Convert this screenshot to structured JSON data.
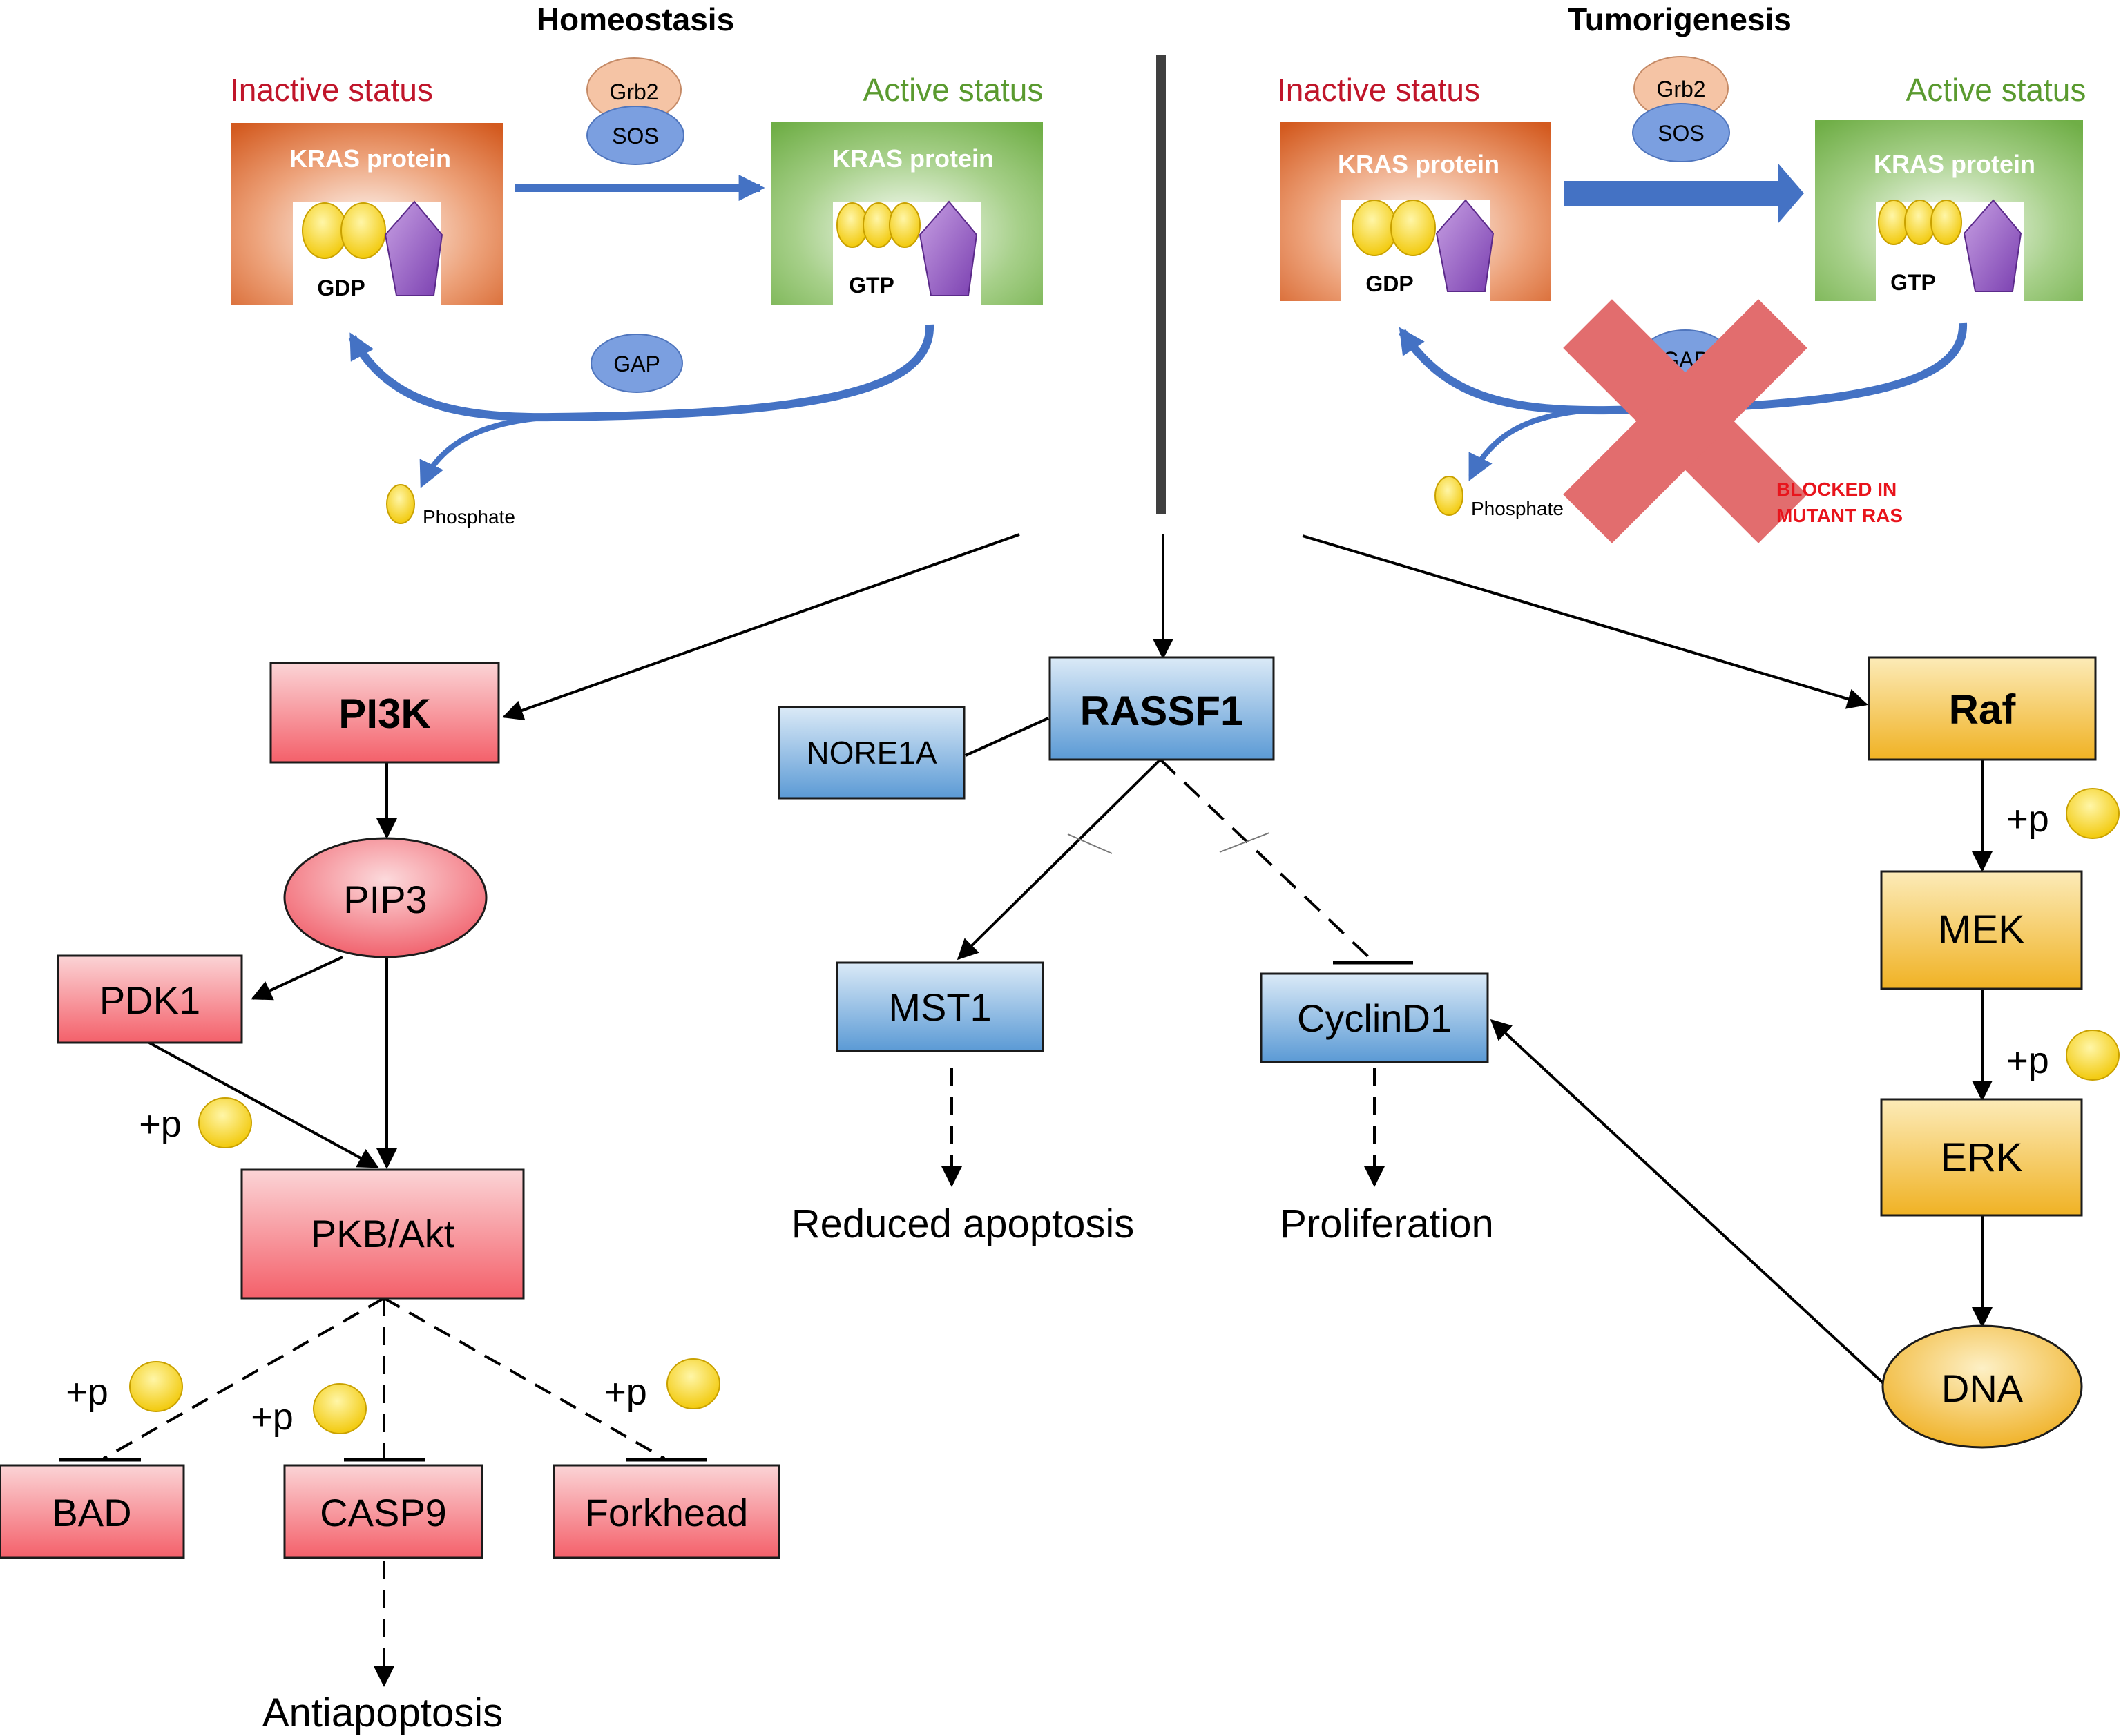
{
  "colors": {
    "red_node": "#f4606a",
    "red_node_light": "#fbd4d6",
    "blue_node": "#5b9ad5",
    "blue_node_light": "#dbeaf7",
    "yellow_node": "#f0b224",
    "yellow_node_light": "#fcebb8",
    "kras_inactive": "#d35a1f",
    "kras_active": "#6fae46",
    "inactive_label": "#c0152a",
    "active_label": "#5a9a2f",
    "arrow_blue": "#4472c4",
    "blocked_x": "#e26d6e",
    "blocked_text": "#e8141c",
    "grb2": "#f5c4a5",
    "sos_gap": "#7b9fe0",
    "phosphate": "#f5d000"
  },
  "homeostasis": {
    "title": "Homeostasis",
    "inactive_label": "Inactive status",
    "active_label": "Active status",
    "inactive_protein": "KRAS protein",
    "active_protein": "KRAS protein",
    "gdp": "GDP",
    "gtp": "GTP",
    "grb2": "Grb2",
    "sos": "SOS",
    "gap": "GAP",
    "phosphate": "Phosphate"
  },
  "tumorigenesis": {
    "title": "Tumorigenesis",
    "inactive_label": "Inactive status",
    "active_label": "Active status",
    "inactive_protein": "KRAS protein",
    "active_protein": "KRAS protein",
    "gdp": "GDP",
    "gtp": "GTP",
    "grb2": "Grb2",
    "sos": "SOS",
    "gap": "GAP",
    "phosphate": "Phosphate",
    "blocked_line1": "BLOCKED IN",
    "blocked_line2": "MUTANT RAS"
  },
  "pi3k_pathway": {
    "pi3k": "PI3K",
    "pip3": "PIP3",
    "pdk1": "PDK1",
    "akt": "PKB/Akt",
    "bad": "BAD",
    "casp9": "CASP9",
    "forkhead": "Forkhead",
    "antiapoptosis": "Antiapoptosis",
    "phos_pdk1": "+p",
    "phos_bad": "+p",
    "phos_casp9": "+p",
    "phos_forkhead": "+p"
  },
  "rassf_pathway": {
    "rassf1": "RASSF1",
    "nore1a": "NORE1A",
    "mst1": "MST1",
    "cyclind1": "CyclinD1",
    "reduced_apoptosis": "Reduced apoptosis",
    "proliferation": "Proliferation"
  },
  "raf_pathway": {
    "raf": "Raf",
    "mek": "MEK",
    "erk": "ERK",
    "dna": "DNA",
    "phos_mek": "+p",
    "phos_erk": "+p"
  }
}
